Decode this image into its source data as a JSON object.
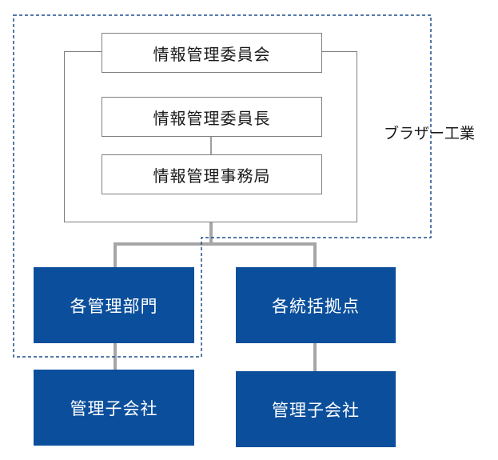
{
  "diagram": {
    "committee": {
      "title": "情報管理委員会",
      "chair": "情報管理委員長",
      "secretariat": "情報管理事務局"
    },
    "group_label": "ブラザー工業",
    "units": [
      {
        "name": "各管理部門",
        "subsidiary": "管理子会社"
      },
      {
        "name": "各統括拠点",
        "subsidiary": "管理子会社"
      }
    ]
  },
  "colors": {
    "unit_fill": "#0b4f9c",
    "connector": "#a6a6a6",
    "dashed_border": "#1f4e8c"
  }
}
